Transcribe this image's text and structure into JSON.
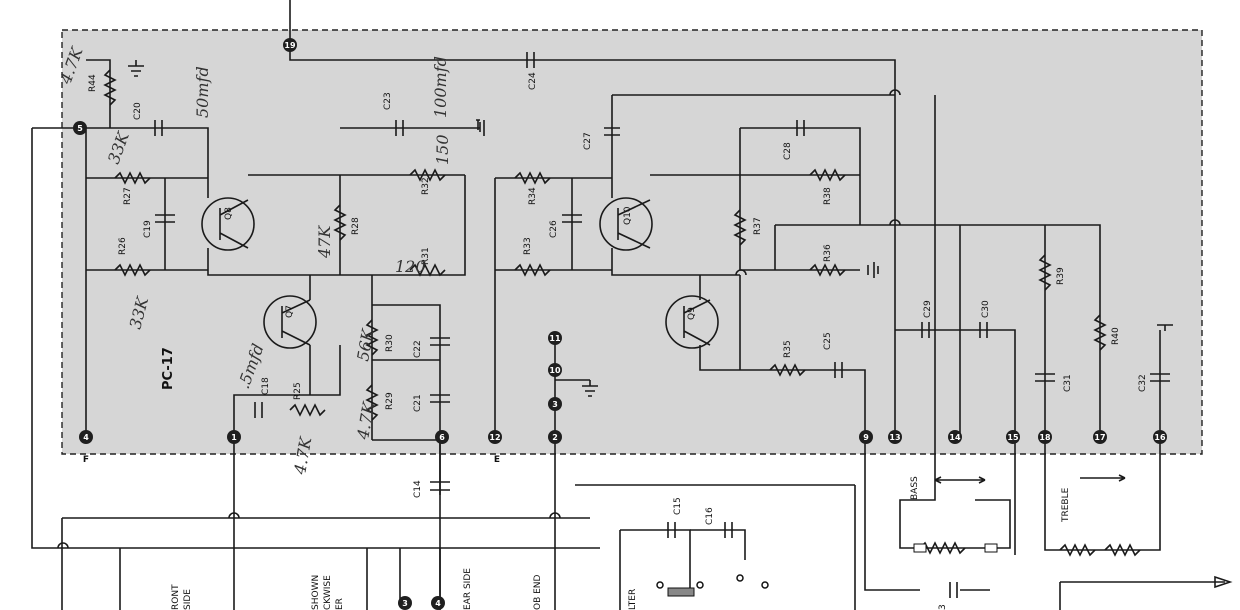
{
  "board": {
    "name": "PC-17"
  },
  "pins": [
    "19",
    "5",
    "1",
    "6",
    "4",
    "12",
    "2",
    "3",
    "10",
    "11",
    "9",
    "13",
    "14",
    "15",
    "18",
    "17",
    "16"
  ],
  "signal_labels": {
    "f": "F",
    "e": "E"
  },
  "components": {
    "R44": "R44",
    "C20": "C20",
    "C23": "C23",
    "C24": "C24",
    "C27": "C27",
    "C28": "C28",
    "R27": "R27",
    "R26": "R26",
    "C19": "C19",
    "Q8": "Q8",
    "R28": "R28",
    "R32": "R32",
    "R31": "R31",
    "Q7": "Q7",
    "R30": "R30",
    "C22": "C22",
    "R29": "R29",
    "C21": "C21",
    "C18": "C18",
    "R25": "R25",
    "R34": "R34",
    "R33": "R33",
    "C26": "C26",
    "Q10": "Q10",
    "R37": "R37",
    "R38": "R38",
    "R36": "R36",
    "Q9": "Q9",
    "R35": "R35",
    "C25": "C25",
    "C29": "C29",
    "C30": "C30",
    "R39": "R39",
    "R40": "R40",
    "C31": "C31",
    "C32": "C32",
    "C14": "C14",
    "C15": "C15",
    "C16": "C16"
  },
  "controls": {
    "bass": "BASS",
    "treble": "TREBLE"
  },
  "handwritten": {
    "r44": "4.7K",
    "r27": "33K",
    "c20": "50mfd",
    "c23": "100mfd",
    "r28": "47K",
    "r32": "150",
    "r31": "120",
    "r26": "33K",
    "r30": "56K",
    "r29": "4.7K",
    "c18": ".5mfd",
    "r25": "4.7K"
  },
  "bottom_text": {
    "front_side_1": "RONT",
    "front_side_2": "SIDE",
    "shown_1": "SHOWN",
    "shown_2": "CKWISE",
    "shown_3": "ER",
    "rear_side": "EAR SIDE",
    "knob_end": "OB END",
    "filter": "LTER",
    "pin_b3": "3",
    "pin_b4": "4",
    "pin_b13": "3"
  },
  "colors": {
    "board_fill": "#d6d6d6",
    "ink": "#1a1a1a",
    "pin_fill": "#1f1f1f",
    "pot_slider": "#888888"
  }
}
